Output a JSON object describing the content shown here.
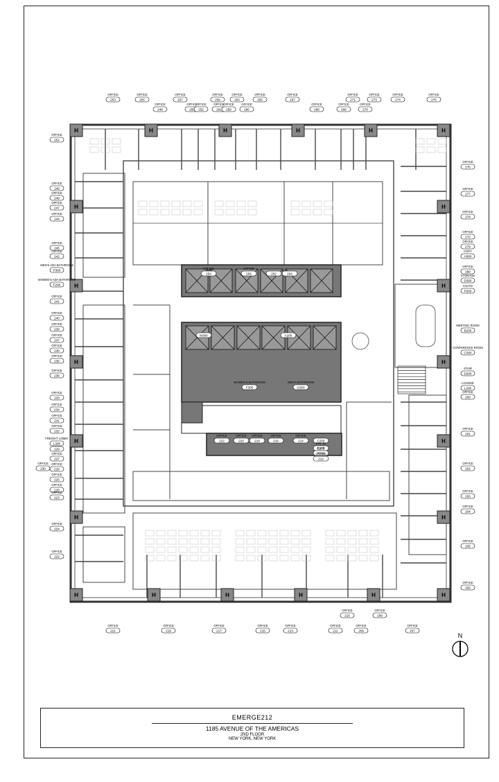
{
  "title_block": {
    "name": "EMERGE212",
    "address": "1185 AVENUE OF THE AMERICAS",
    "floor": "2ND FLOOR",
    "city": "NEW YORK, NEW YORK"
  },
  "north_label": "N",
  "column_glyph": "H",
  "room_type_label": "OFFICE",
  "top_rooms": [
    "253",
    "255",
    "248",
    "257",
    "250",
    "252",
    "259",
    "261",
    "258",
    "263",
    "260",
    "265",
    "267",
    "266",
    "268",
    "271",
    "273",
    "270",
    "274",
    "275"
  ],
  "bottom_rooms": [
    "221",
    "219",
    "217",
    "215",
    "213",
    "211",
    "209",
    "207"
  ],
  "bottom_rooms_lower": [
    "210",
    "208"
  ],
  "left_rooms": [
    "251",
    "246",
    "249",
    "247",
    "244",
    "245",
    "242"
  ],
  "left_rooms_mid": [
    "241",
    "240",
    "239",
    "237",
    "238",
    "235",
    "236",
    "233",
    "234",
    "231",
    "232",
    "229",
    "227",
    "228",
    "225",
    "226",
    "223",
    "224",
    "222"
  ],
  "left_special": [
    {
      "type": "MEN'S ADA BATHROOM",
      "code": "F300"
    },
    {
      "type": "WOMEN'S ADA BATHROOM",
      "code": "F200"
    },
    {
      "type": "FREIGHT LOBBY",
      "code": "L300"
    },
    {
      "type": "OFFICE",
      "code": "230"
    }
  ],
  "right_rooms": [
    {
      "type": "OFFICE",
      "code": "276"
    },
    {
      "type": "OFFICE",
      "code": "277"
    },
    {
      "type": "OFFICE",
      "code": "278"
    },
    {
      "type": "OFFICE",
      "code": "272"
    },
    {
      "type": "OFFICE",
      "code": "279"
    },
    {
      "type": "COPY",
      "code": "H300"
    },
    {
      "type": "OFFICE",
      "code": "280"
    },
    {
      "type": "STORAGE",
      "code": "D300"
    },
    {
      "type": "COATS",
      "code": "P200"
    },
    {
      "type": "MEETING ROOM",
      "code": "B200"
    },
    {
      "type": "CONFERENCE ROOM",
      "code": "C300"
    },
    {
      "type": "STAIR",
      "code": "D200"
    },
    {
      "type": "LOUNGE",
      "code": "L200"
    },
    {
      "type": "OFFICE",
      "code": "200"
    },
    {
      "type": "OFFICE",
      "code": "201"
    },
    {
      "type": "OFFICE",
      "code": "202"
    },
    {
      "type": "OFFICE",
      "code": "203"
    },
    {
      "type": "OFFICE",
      "code": "204"
    },
    {
      "type": "OFFICE",
      "code": "205"
    },
    {
      "type": "OFFICE",
      "code": "206"
    }
  ],
  "core_rooms": [
    {
      "type": "OFFICE",
      "code": "254"
    },
    {
      "type": "OFFICE",
      "code": "256"
    },
    {
      "type": "",
      "code": "262"
    },
    {
      "type": "",
      "code": "264"
    },
    {
      "type": "",
      "code": "M300"
    },
    {
      "type": "",
      "code": "A200"
    },
    {
      "type": "WOMEN'S BATHROOM",
      "code": "F300"
    },
    {
      "type": "MEN'S BATHROOM",
      "code": "G300"
    },
    {
      "type": "OFFICE",
      "code": "222"
    },
    {
      "type": "OFFICE",
      "code": "220"
    },
    {
      "type": "OFFICE",
      "code": "218"
    },
    {
      "type": "OFFICE",
      "code": "216"
    },
    {
      "type": "OFFICE",
      "code": "214"
    },
    {
      "type": "",
      "code": "C200"
    },
    {
      "type": "JAN. CL",
      "code": "E200"
    },
    {
      "type": "CAFÉ",
      "code": "F200"
    },
    {
      "type": "OFFICE",
      "code": "212"
    }
  ]
}
